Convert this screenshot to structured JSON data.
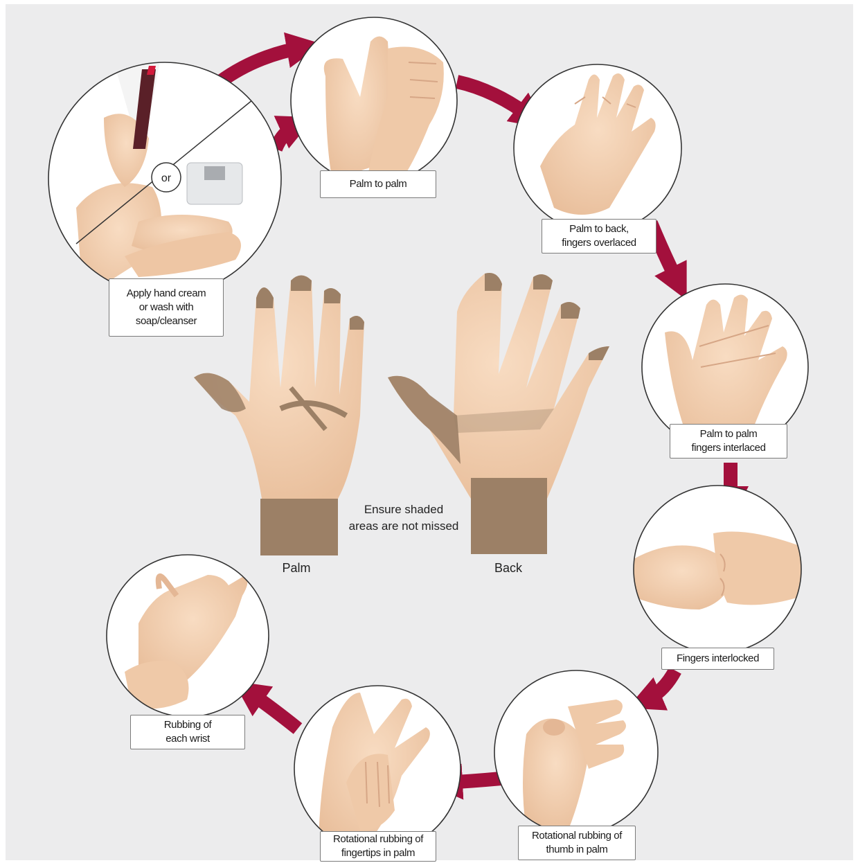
{
  "steps": [
    {
      "label": "Apply hand cream\nor wash with\nsoap/cleanser"
    },
    {
      "label": "Palm to palm"
    },
    {
      "label": "Palm to back,\nfingers overlaced"
    },
    {
      "label": "Palm to palm\nfingers interlaced"
    },
    {
      "label": "Fingers interlocked"
    },
    {
      "label": "Rotational rubbing of\nthumb in palm"
    },
    {
      "label": "Rotational rubbing of\nfingertips in palm"
    },
    {
      "label": "Rubbing of\neach wrist"
    }
  ],
  "or_label": "or",
  "center": {
    "note": "Ensure shaded\nareas are not missed",
    "palm_label": "Palm",
    "back_label": "Back"
  },
  "colors": {
    "arrow": "#a3103c",
    "skin": "#f2cfb0",
    "shade": "#9c8066",
    "background": "#ececed"
  }
}
